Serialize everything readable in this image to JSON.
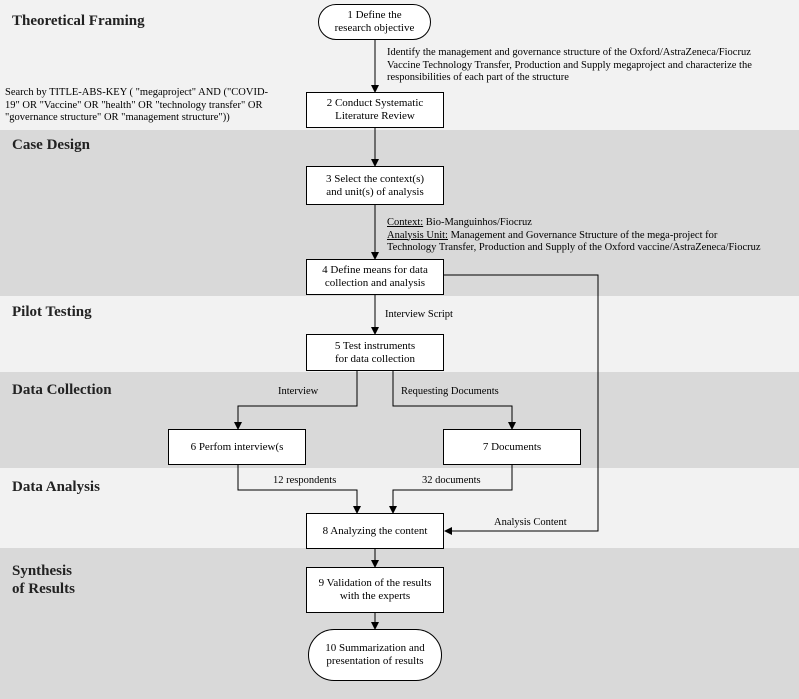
{
  "colors": {
    "band_light": "#f2f2f2",
    "band_dark": "#d9d9d9",
    "line": "#000000"
  },
  "phases": {
    "theoretical_framing": "Theoretical Framing",
    "case_design": "Case Design",
    "pilot_testing": "Pilot Testing",
    "data_collection": "Data Collection",
    "data_analysis": "Data Analysis",
    "synthesis_line1": "Synthesis",
    "synthesis_line2": "of Results"
  },
  "steps": {
    "s1": {
      "line1": "1 Define the",
      "line2": "research objective"
    },
    "s2": {
      "line1": "2 Conduct Systematic",
      "line2": "Literature Review"
    },
    "s3": {
      "line1": "3 Select the context(s)",
      "line2": "and unit(s)  of analysis"
    },
    "s4": {
      "line1": "4 Define means for data",
      "line2": "collection  and analysis"
    },
    "s5": {
      "line1": "5 Test instruments",
      "line2": "for data collection"
    },
    "s6": {
      "line1": "6 Perfom interview(s"
    },
    "s7": {
      "line1": "7 Documents"
    },
    "s8": {
      "line1": "8 Analyzing  the content"
    },
    "s9": {
      "line1": "9 Validation  of the results",
      "line2": "with the experts"
    },
    "s10": {
      "line1": "10 Summarization  and",
      "line2": "presentation of results"
    }
  },
  "notes": {
    "objective": [
      "Identify the management and governance structure of the Oxford/AstraZeneca/Fiocruz",
      "Vaccine Technology  Transfer, Production and Supply megaproject and characterize the",
      "responsibilities  of each part of the structure"
    ],
    "search": [
      "Search by TITLE-ABS-KEY ( \"megaproject\" AND (\"COVID-",
      "19\" OR \"Vaccine\" OR \"health\" OR \"technology transfer\" OR",
      "\"governance structure\" OR \"management structure\"))"
    ],
    "context_label": "Context:",
    "context_value": " Bio-Manguinhos/Fiocruz",
    "unit_label": "Analysis Unit:",
    "unit_value": "  Management and Governance Structure of the mega-project for",
    "unit_line2": "Technology Transfer, Production and Supply  of the Oxford vaccine/AstraZeneca/Fiocruz"
  },
  "labels": {
    "interview_script": "Interview Script",
    "interview": "Interview",
    "requesting_documents": "Requesting Documents",
    "respondents": "12 respondents",
    "documents_count": "32 documents",
    "analysis_content": "Analysis Content"
  }
}
